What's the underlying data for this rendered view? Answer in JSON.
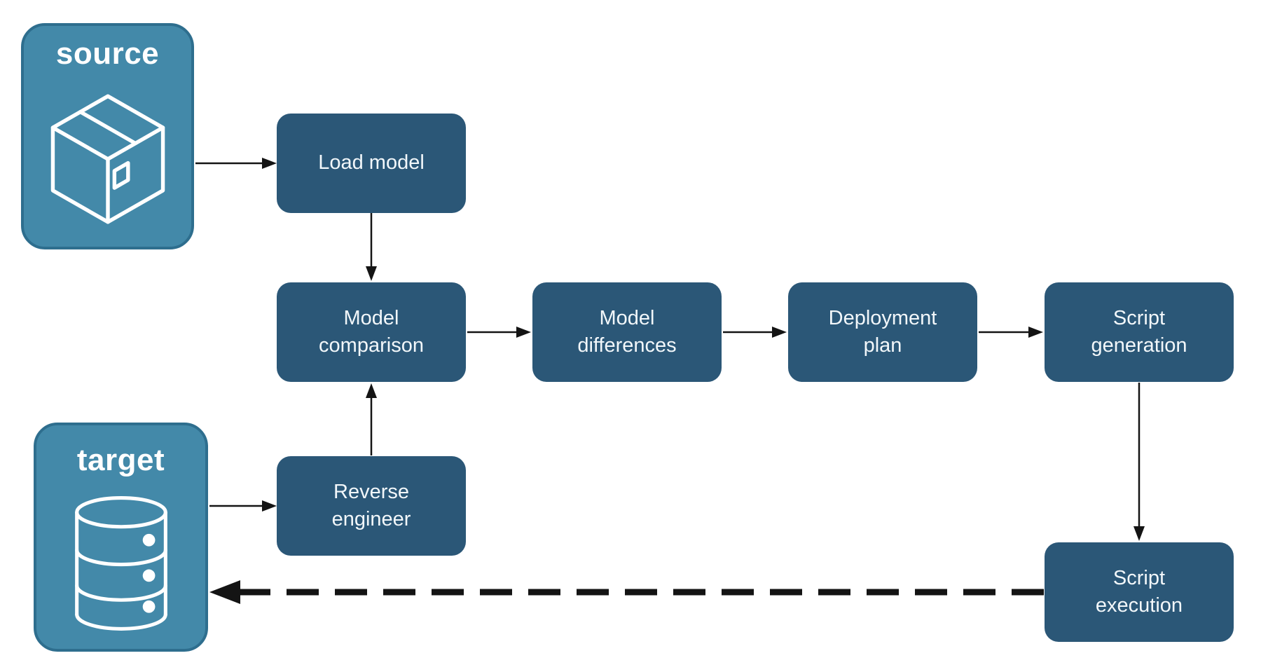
{
  "diagram": {
    "title": "schema-compare-deployment-flow",
    "cards": {
      "source": {
        "label": "source",
        "icon": "package-icon"
      },
      "target": {
        "label": "target",
        "icon": "database-cylinder-icon"
      }
    },
    "nodes": {
      "load_model": {
        "label": "Load model"
      },
      "model_comparison": {
        "label": "Model comparison"
      },
      "model_differences": {
        "label": "Model differences"
      },
      "deployment_plan": {
        "label": "Deployment plan"
      },
      "script_generation": {
        "label": "Script generation"
      },
      "reverse_engineer": {
        "label": "Reverse engineer"
      },
      "script_execution": {
        "label": "Script execution"
      }
    },
    "edges": [
      {
        "from": "source",
        "to": "load_model",
        "style": "solid"
      },
      {
        "from": "load_model",
        "to": "model_comparison",
        "style": "solid"
      },
      {
        "from": "model_comparison",
        "to": "model_differences",
        "style": "solid"
      },
      {
        "from": "model_differences",
        "to": "deployment_plan",
        "style": "solid"
      },
      {
        "from": "deployment_plan",
        "to": "script_generation",
        "style": "solid"
      },
      {
        "from": "target",
        "to": "reverse_engineer",
        "style": "solid"
      },
      {
        "from": "reverse_engineer",
        "to": "model_comparison",
        "style": "solid"
      },
      {
        "from": "script_generation",
        "to": "script_execution",
        "style": "solid"
      },
      {
        "from": "script_execution",
        "to": "target",
        "style": "dashed"
      }
    ],
    "colors": {
      "node_fill": "#2b5777",
      "card_fill": "#4389a9",
      "card_border": "#2e6e8e",
      "text_color": "#f2f7fa",
      "arrow_color": "#141414",
      "background": "#ffffff"
    }
  }
}
